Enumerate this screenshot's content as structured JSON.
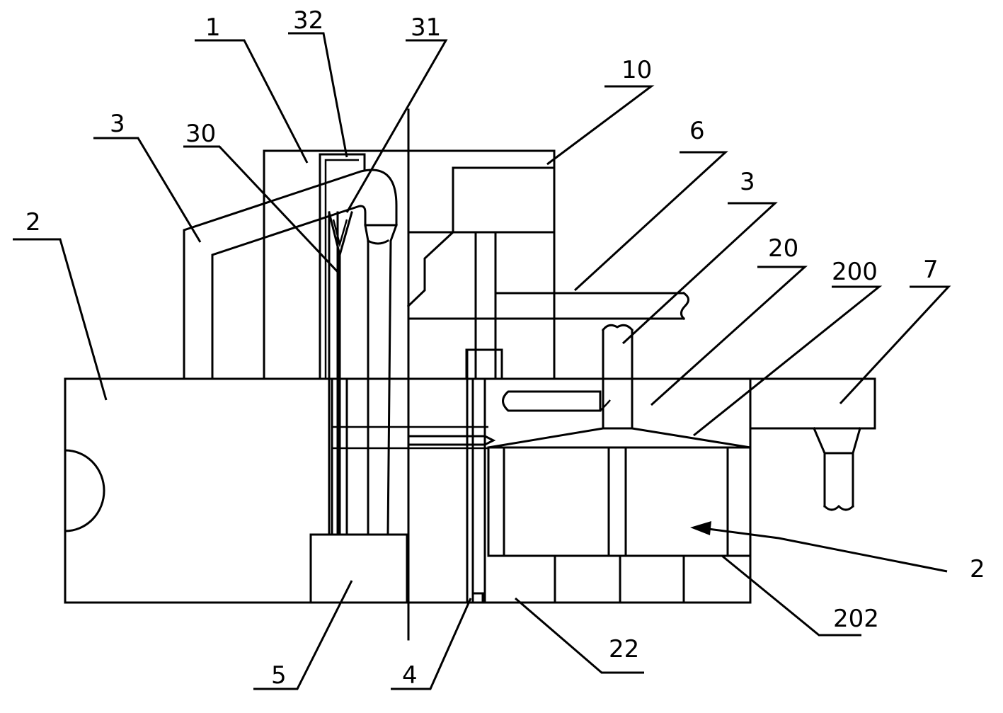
{
  "labels": {
    "l1": "1",
    "l32": "32",
    "l31": "31",
    "l10": "10",
    "l3a": "3",
    "l30": "30",
    "l6": "6",
    "l3b": "3",
    "l2a": "2",
    "l20": "20",
    "l200": "200",
    "l7": "7",
    "l2b": "2",
    "l202": "202",
    "l22": "22",
    "l5": "5",
    "l4": "4"
  },
  "colors": {
    "line": "#000000",
    "background": "#ffffff"
  }
}
